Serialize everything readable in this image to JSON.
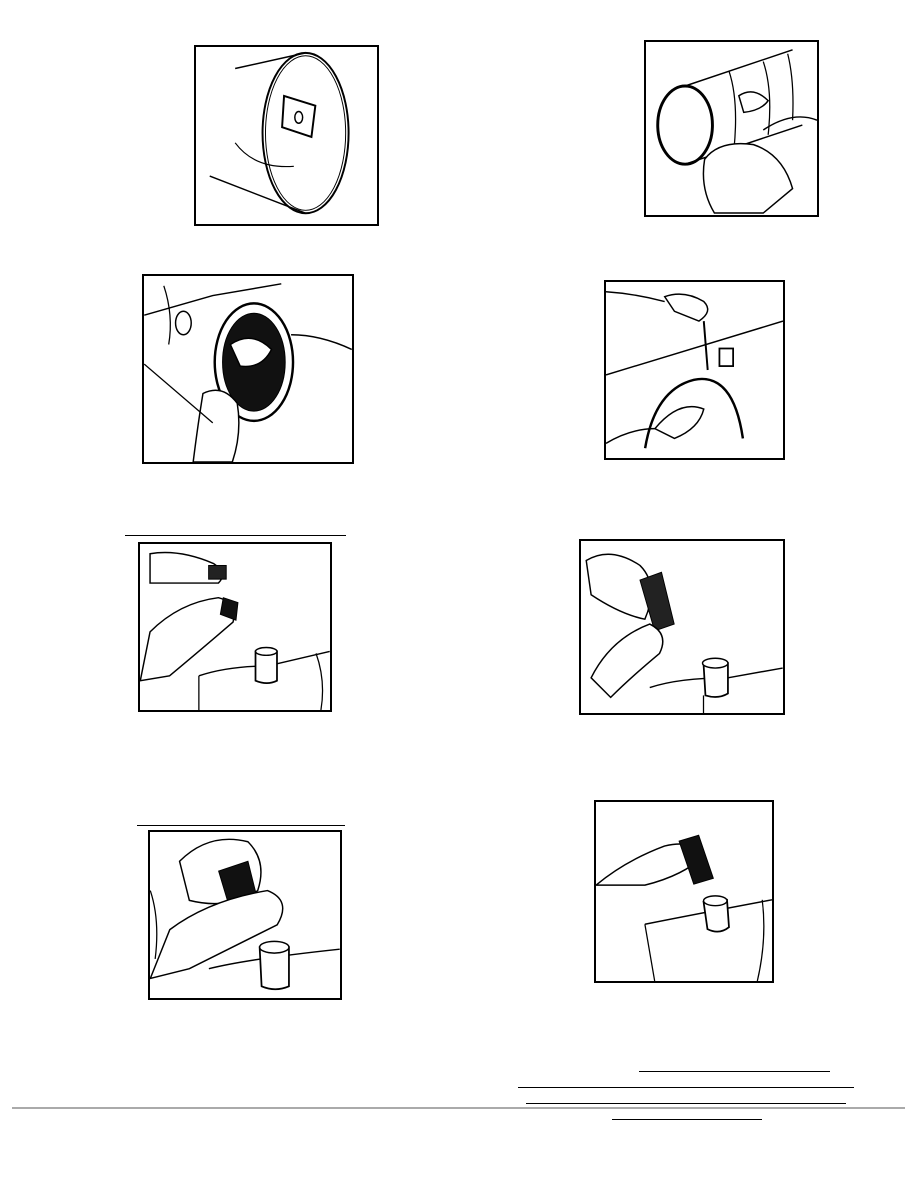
{
  "page": {
    "type": "technical-manual-illustration-page",
    "figures": [
      {
        "id": "step-1",
        "subject": "pipe-section-with-patch-icon"
      },
      {
        "id": "step-2",
        "subject": "hands-on-pipe-sleeve-icon"
      },
      {
        "id": "step-3",
        "subject": "hand-inside-pipe-opening-icon"
      },
      {
        "id": "step-4",
        "subject": "probe-and-pipe-hole-icon"
      },
      {
        "id": "step-5",
        "subject": "hands-with-capsule-icon"
      },
      {
        "id": "step-6",
        "subject": "hands-opening-capsule-icon"
      },
      {
        "id": "step-7",
        "subject": "hands-crushing-capsule-icon"
      },
      {
        "id": "step-8",
        "subject": "hand-pouring-capsule-icon"
      }
    ],
    "colors": {
      "ink": "#000000",
      "paper": "#ffffff",
      "footer_rule": "#aaaaaa"
    }
  }
}
